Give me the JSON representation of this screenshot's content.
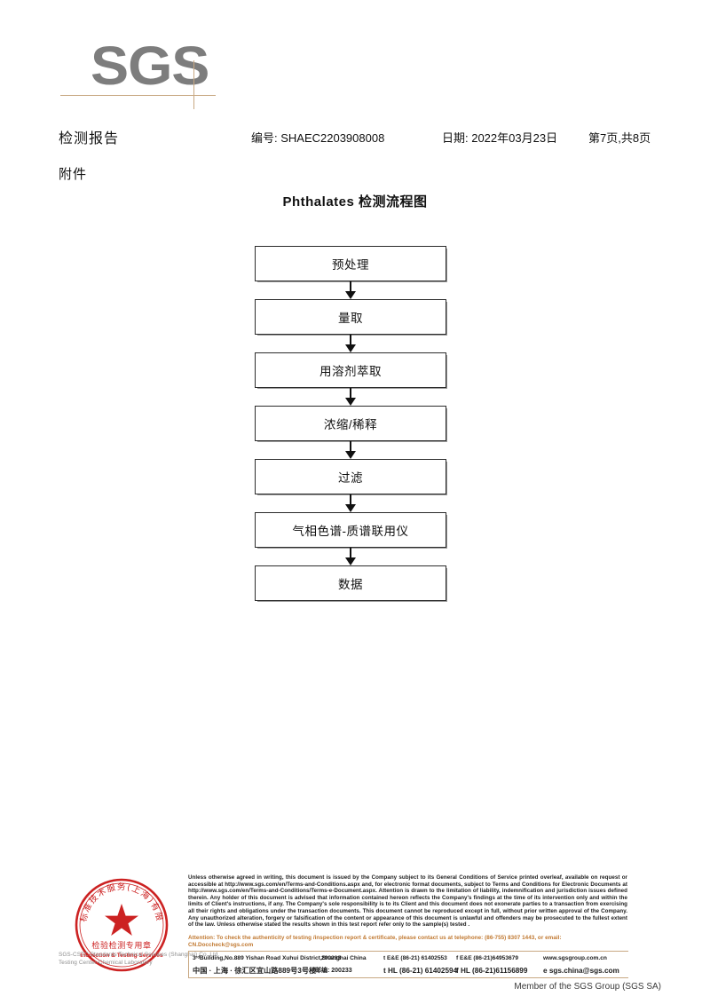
{
  "brand": {
    "logo_text": "SGS",
    "accent_color": "#c8a882",
    "logo_color": "#7d7d7d"
  },
  "header": {
    "report_title": "检测报告",
    "report_no": "编号: SHAEC2203908008",
    "report_date": "日期: 2022年03月23日",
    "page_info": "第7页,共8页",
    "attachment_label": "附件"
  },
  "flowchart": {
    "title": "Phthalates 检测流程图",
    "nodes": [
      {
        "label": "预处理"
      },
      {
        "label": "量取"
      },
      {
        "label": "用溶剂萃取"
      },
      {
        "label": "浓缩/稀释"
      },
      {
        "label": "过滤"
      },
      {
        "label": "气相色谱-质谱联用仪"
      },
      {
        "label": "数据"
      }
    ]
  },
  "seal": {
    "outer_text": "通标标准技术服务(上海)有限公司",
    "line_cn": "检验检测专用章",
    "line_en": "Inspection & Testing Services",
    "color": "#cc2222"
  },
  "footer": {
    "company_gray_line1": "SGS-CSTC Standards Technical Services (Shanghai) Co.,Ltd.",
    "company_gray_line2": "Testing Center-Chemical Laboratory",
    "legal_text": "Unless otherwise agreed in writing, this document is issued by the Company subject to its General Conditions of Service printed overleaf, available on request or accessible at http://www.sgs.com/en/Terms-and-Conditions.aspx and, for electronic format documents, subject to Terms and Conditions for Electronic Documents at http://www.sgs.com/en/Terms-and-Conditions/Terms-e-Document.aspx. Attention is drawn to the limitation of liability, indemnification and jurisdiction issues defined therein. Any holder of this document is advised that information contained hereon reflects the Company's findings at the time of its intervention only and within the limits of Client's instructions, if any. The Company's sole responsibility is to its Client and this document does not exonerate parties to a transaction from exercising all their rights and obligations under the transaction documents. This document cannot be reproduced except in full, without prior written approval of the Company. Any unauthorized alteration, forgery or falsification of the content or appearance of this document is unlawful and offenders may be prosecuted to the fullest extent of the law. Unless otherwise stated the results shown in this test report refer only to the sample(s) tested .",
    "attention_text": "Attention: To check the authenticity of testing /inspection report & certificate, please contact us at telephone: (86-755) 8307 1443, or email: CN.Doccheck@sgs.com",
    "address_en": "3ʳᵈBuilding,No.889 Yishan Road Xuhui District,Shanghai China",
    "zip_en": "200233",
    "tel_en": "t E&E (86-21) 61402553",
    "fax_en": "f E&E (86-21)64953679",
    "web": "www.sgsgroup.com.cn",
    "address_cn": "中国 · 上海 · 徐汇区宜山路889号3号楼",
    "zip_cn": "邮编: 200233",
    "tel_cn": "t HL (86-21) 61402594",
    "fax_cn": "f HL (86-21)61156899",
    "email": "e sgs.china@sgs.com",
    "member_line": "Member of the SGS Group (SGS SA)"
  }
}
